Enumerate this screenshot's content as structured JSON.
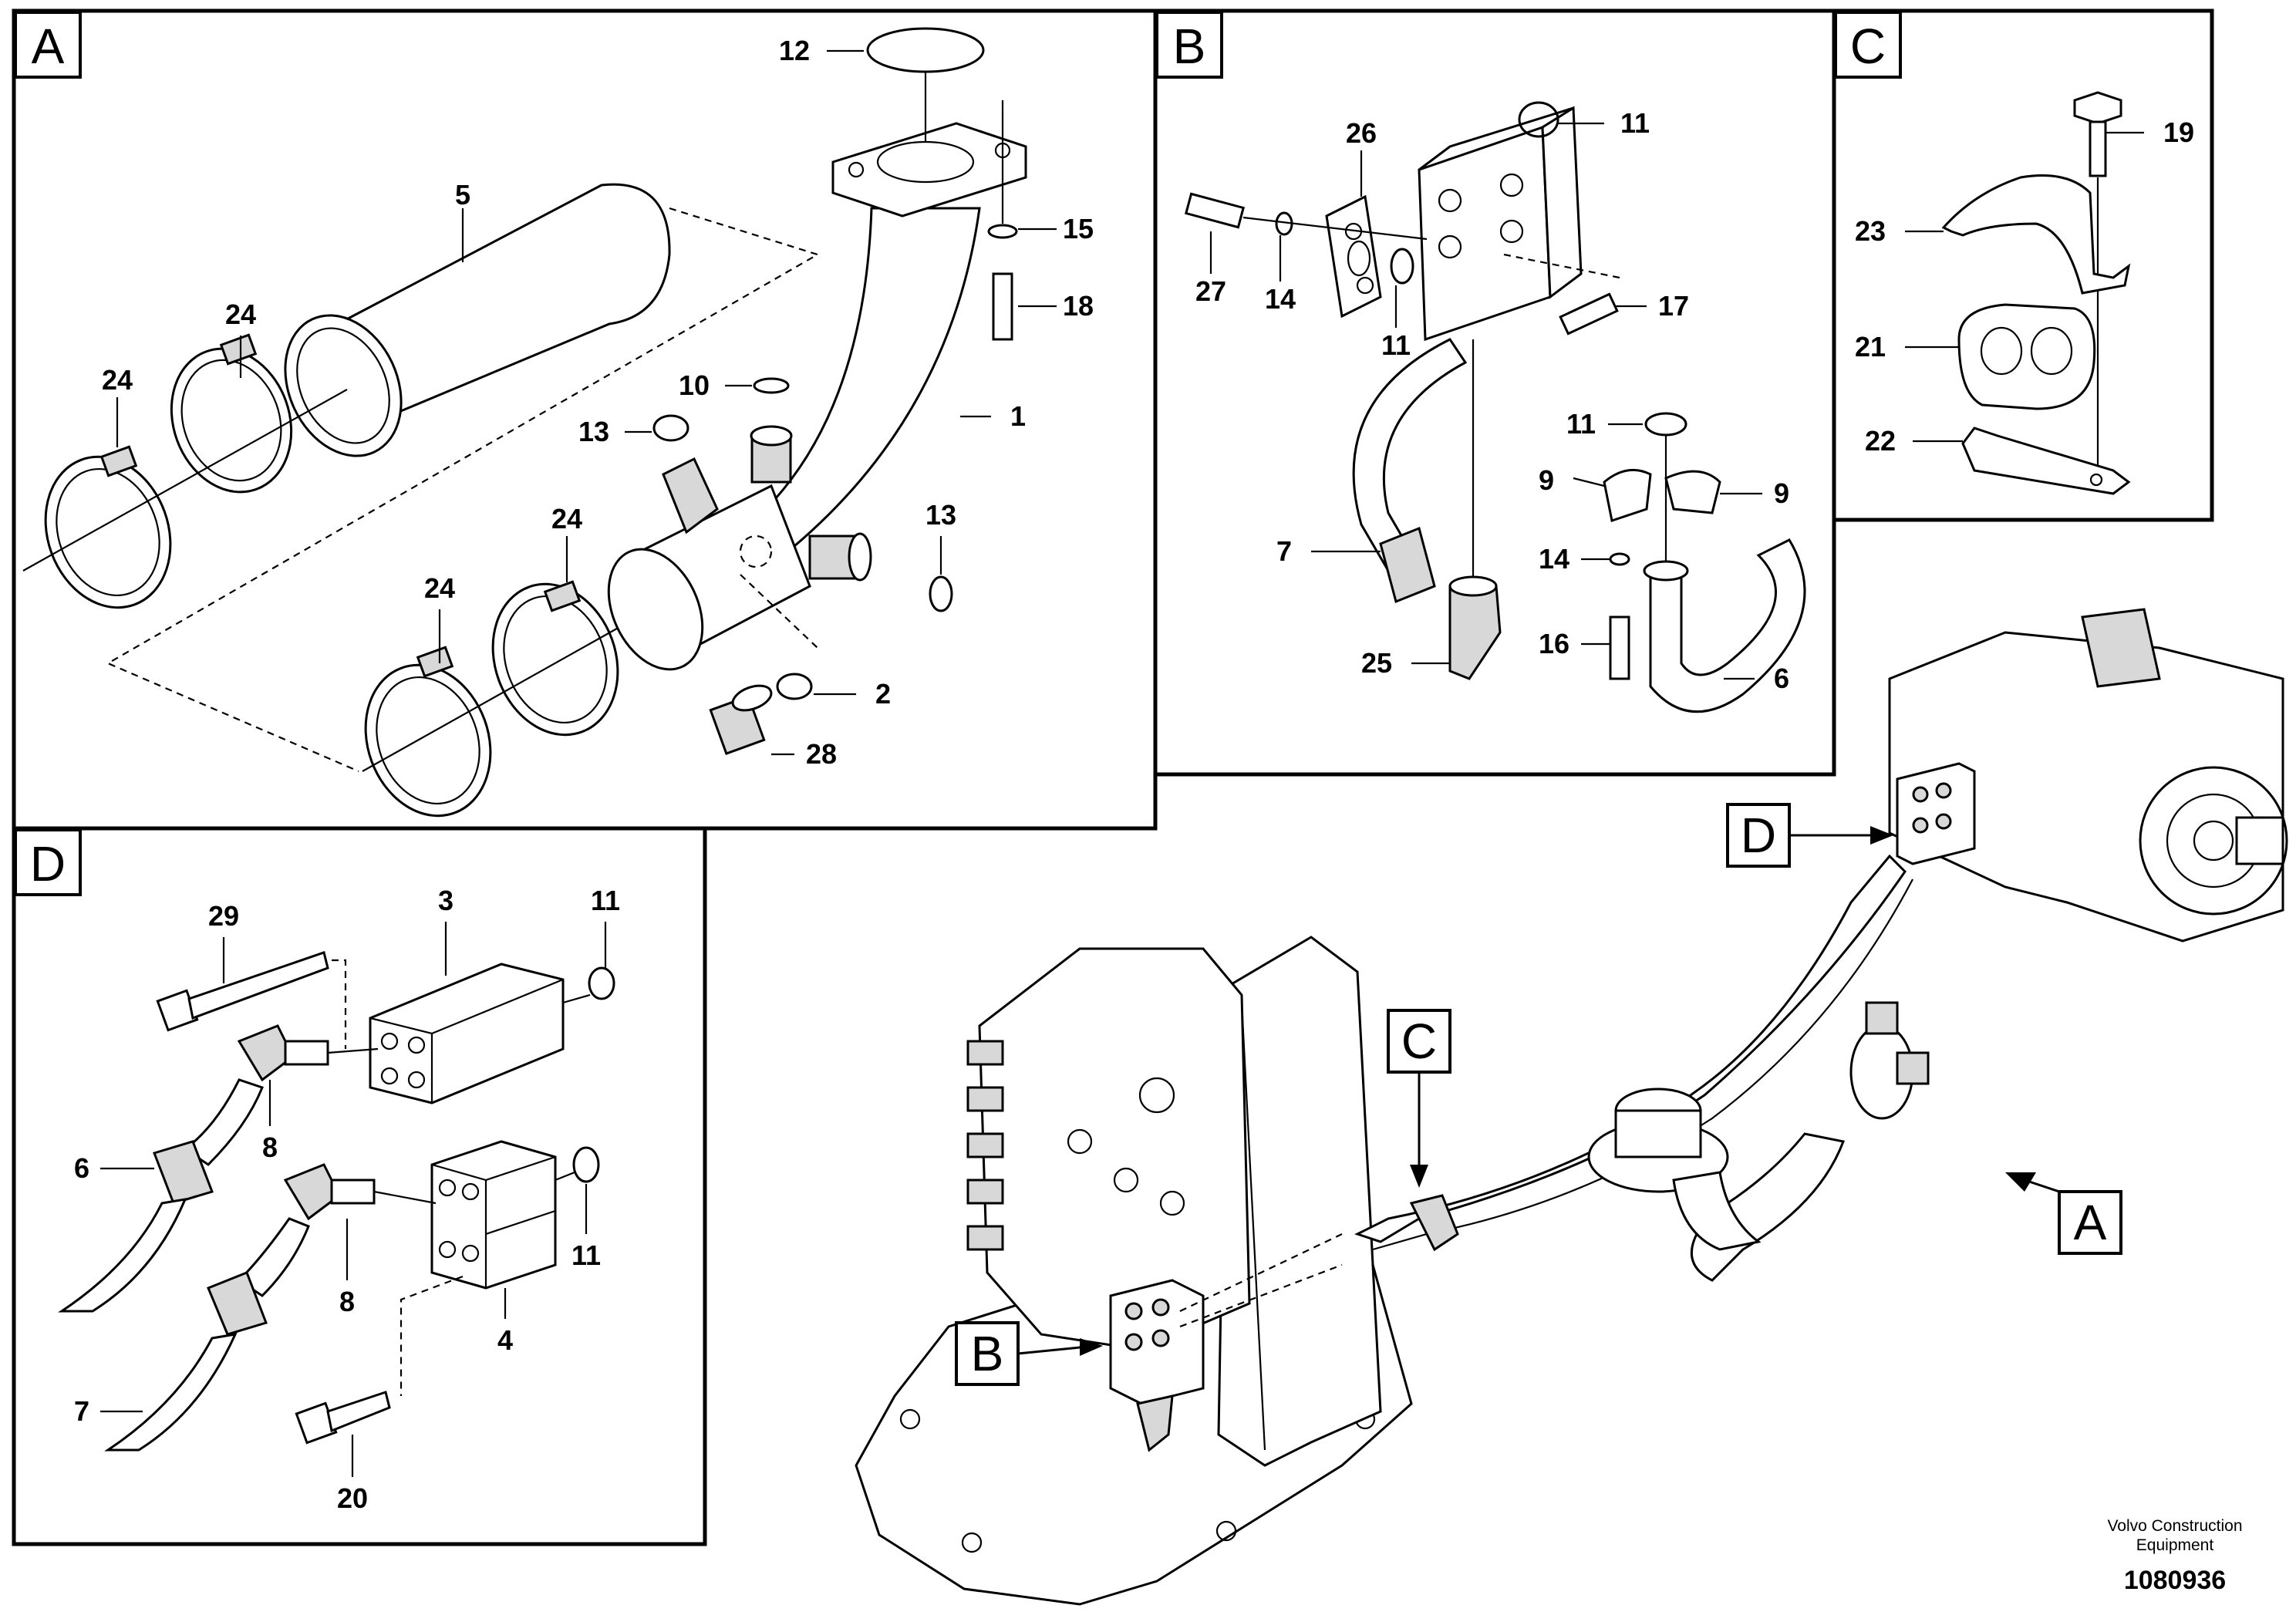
{
  "panels": {
    "A": {
      "label": "A"
    },
    "B": {
      "label": "B"
    },
    "C": {
      "label": "C"
    },
    "D": {
      "label": "D"
    }
  },
  "callouts": {
    "A": {
      "label": "A"
    },
    "B": {
      "label": "B"
    },
    "C": {
      "label": "C"
    },
    "D": {
      "label": "D"
    }
  },
  "parts_a": [
    "12",
    "5",
    "15",
    "18",
    "24",
    "24",
    "10",
    "13",
    "1",
    "24",
    "24",
    "13",
    "2",
    "28"
  ],
  "parts_b": [
    "26",
    "11",
    "27",
    "14",
    "11",
    "17",
    "11",
    "9",
    "9",
    "7",
    "14",
    "16",
    "25",
    "6"
  ],
  "parts_c": [
    "19",
    "23",
    "21",
    "22"
  ],
  "parts_d": [
    "29",
    "3",
    "11",
    "6",
    "8",
    "8",
    "11",
    "4",
    "7",
    "20"
  ],
  "footer": {
    "company_line1": "Volvo Construction",
    "company_line2": "Equipment",
    "document_number": "1080936"
  }
}
